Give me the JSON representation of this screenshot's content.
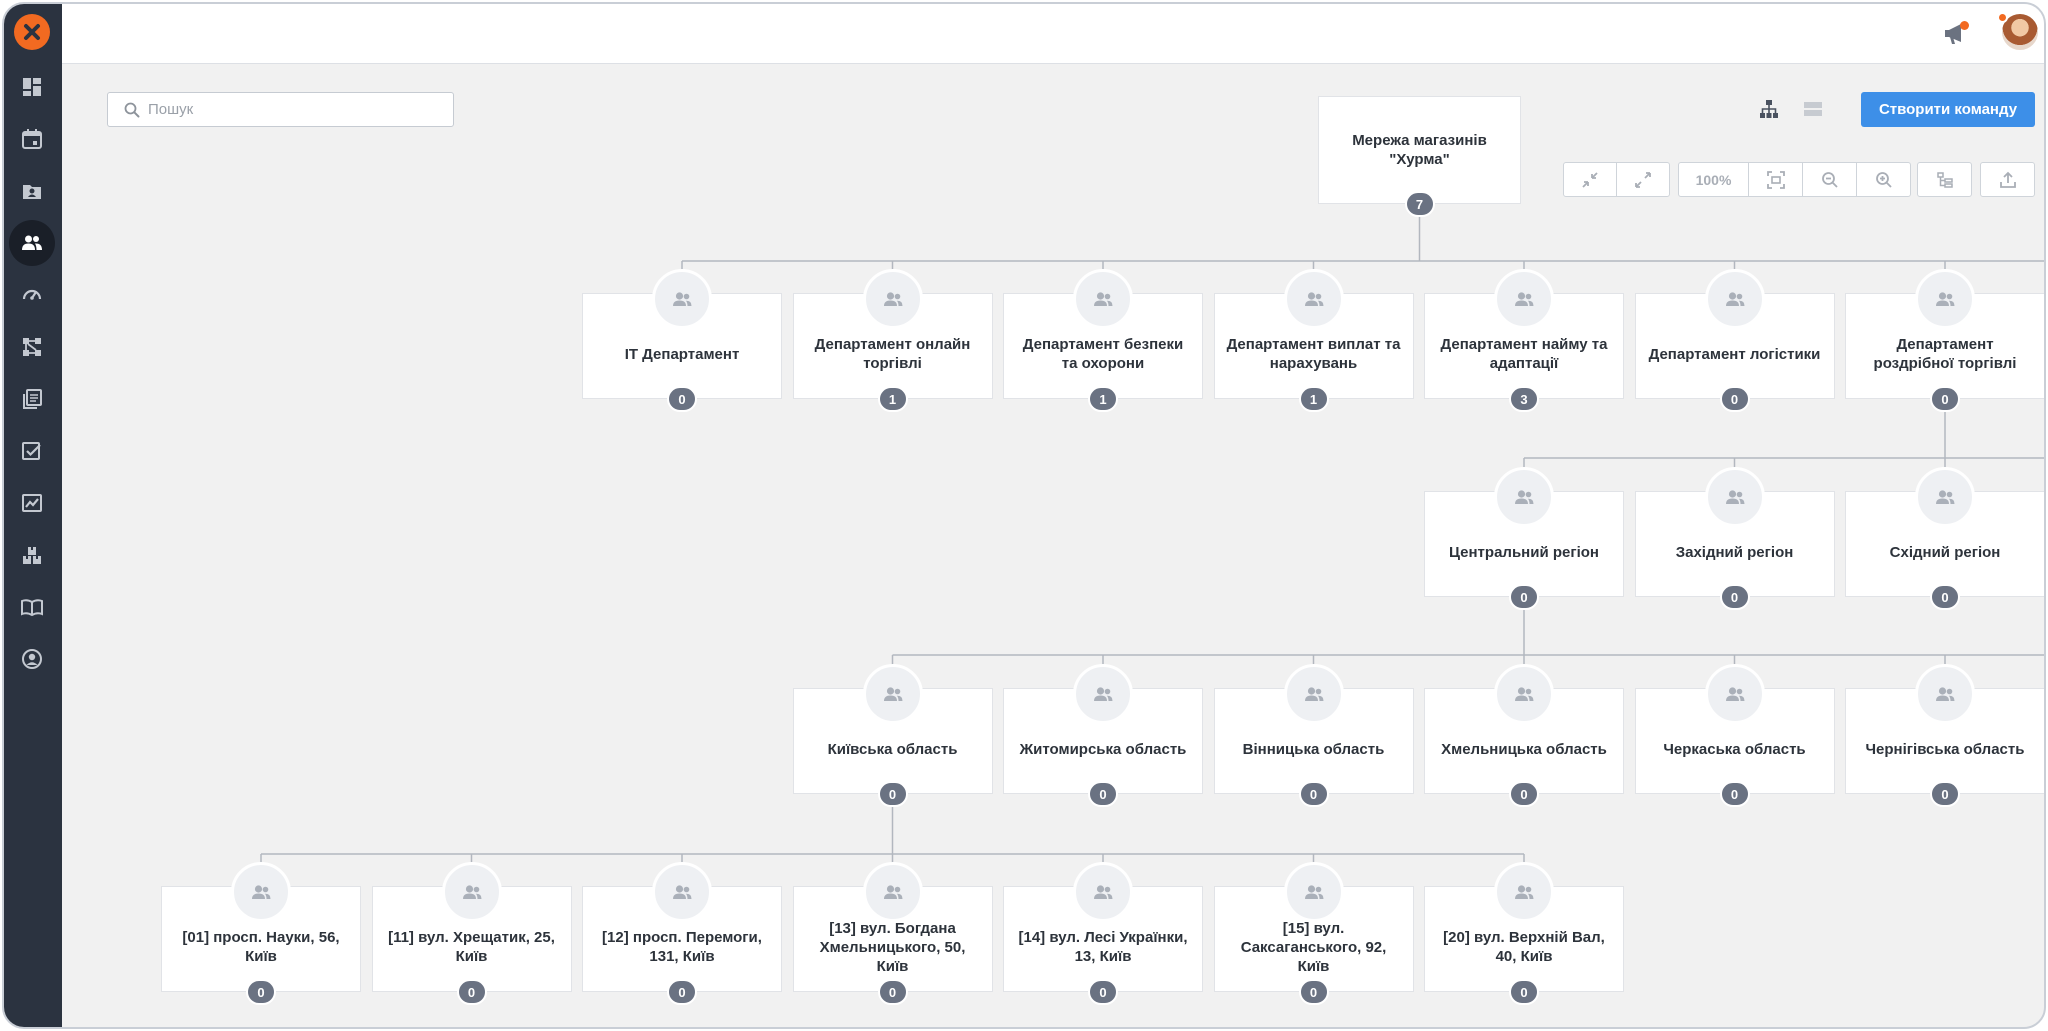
{
  "search": {
    "placeholder": "Пошук"
  },
  "toolbar": {
    "create_label": "Створити команду",
    "zoom_label": "100%"
  },
  "colors": {
    "accent": "#3d8fe8",
    "brand": "#f26a21",
    "sidebar": "#2b3340",
    "badge": "#6a7282"
  },
  "sidebar": {
    "items": [
      {
        "icon": "dashboard-icon"
      },
      {
        "icon": "calendar-icon"
      },
      {
        "icon": "employee-folder-icon"
      },
      {
        "icon": "team-icon",
        "active": true
      },
      {
        "icon": "speedometer-icon"
      },
      {
        "icon": "workflow-icon"
      },
      {
        "icon": "documents-icon"
      },
      {
        "icon": "tasks-icon"
      },
      {
        "icon": "analytics-icon"
      },
      {
        "icon": "boxes-icon"
      },
      {
        "icon": "knowledge-book-icon"
      },
      {
        "icon": "profile-icon"
      }
    ]
  },
  "org": {
    "root": {
      "title": "Мережа магазинів \"Хурма\"",
      "count": "7"
    },
    "departments": [
      {
        "title": "IT Департамент",
        "count": "0"
      },
      {
        "title": "Департамент онлайн торгівлі",
        "count": "1"
      },
      {
        "title": "Департамент безпеки та охорони",
        "count": "1"
      },
      {
        "title": "Департамент виплат та нарахувань",
        "count": "1"
      },
      {
        "title": "Департамент найму та адаптації",
        "count": "3"
      },
      {
        "title": "Департамент логістики",
        "count": "0"
      },
      {
        "title": "Департамент роздрібної торгівлі",
        "count": "0"
      }
    ],
    "regions": [
      {
        "title": "Центральний регіон",
        "count": "0"
      },
      {
        "title": "Західний регіон",
        "count": "0"
      },
      {
        "title": "Східний регіон",
        "count": "0"
      }
    ],
    "oblasts": [
      {
        "title": "Київська область",
        "count": "0"
      },
      {
        "title": "Житомирська область",
        "count": "0"
      },
      {
        "title": "Вінницька область",
        "count": "0"
      },
      {
        "title": "Хмельницька область",
        "count": "0"
      },
      {
        "title": "Черкаська область",
        "count": "0"
      },
      {
        "title": "Чернігівська область",
        "count": "0"
      }
    ],
    "stores": [
      {
        "title": "[01] просп. Науки, 56, Київ",
        "count": "0"
      },
      {
        "title": "[11] вул. Хрещатик, 25, Київ",
        "count": "0"
      },
      {
        "title": "[12] просп. Перемоги, 131, Київ",
        "count": "0"
      },
      {
        "title": "[13] вул. Богдана Хмельницького, 50, Київ",
        "count": "0"
      },
      {
        "title": "[14] вул. Лесі Українки, 13, Київ",
        "count": "0"
      },
      {
        "title": "[15] вул. Саксаганського, 92, Київ",
        "count": "0"
      },
      {
        "title": "[20] вул. Верхній Вал, 40, Київ",
        "count": "0"
      }
    ]
  }
}
